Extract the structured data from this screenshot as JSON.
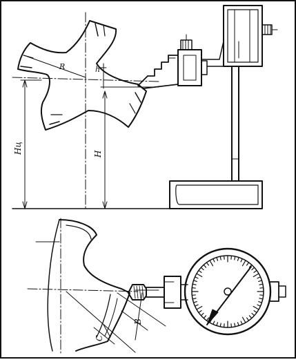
{
  "diagram": {
    "labels": {
      "radius_top": "R",
      "height_small": "h",
      "height_center": "Hц",
      "height_total": "H",
      "dim_b": "B",
      "dim_c": "C"
    },
    "colors": {
      "ink": "#111111",
      "paper": "#ffffff"
    }
  }
}
